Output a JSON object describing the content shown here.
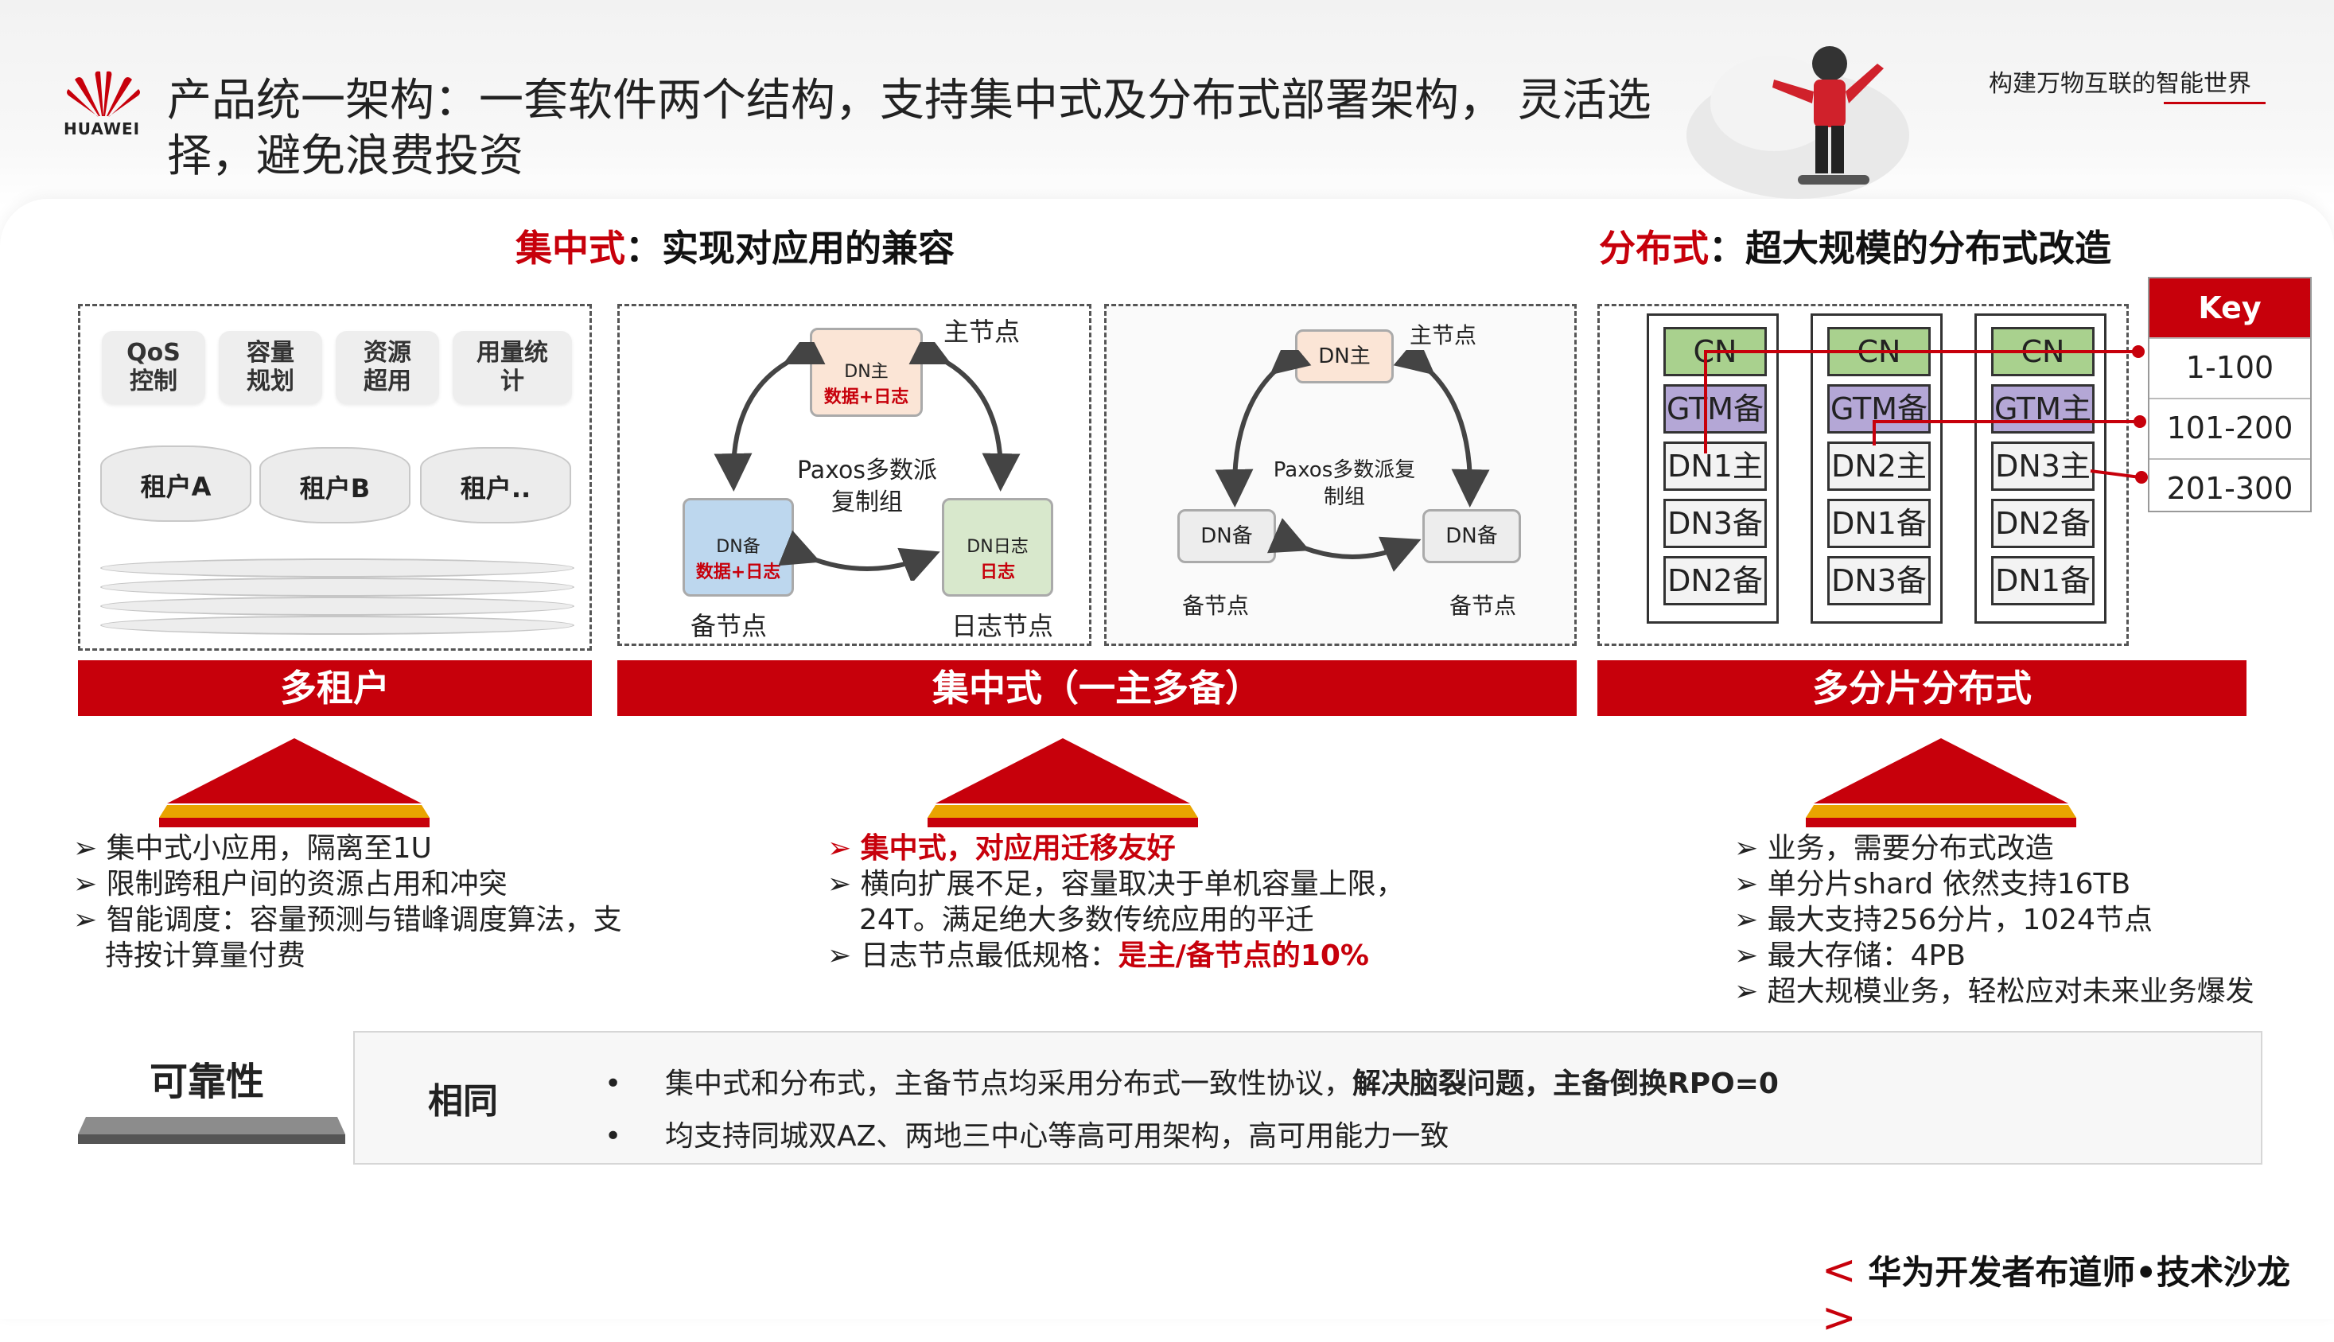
{
  "header": {
    "brand": "HUAWEI",
    "title": "产品统一架构：一套软件两个结构，支持集中式及分布式部署架构， 灵活选择，避免浪费投资",
    "slogan": "构建万物互联的智能世界"
  },
  "sections": {
    "centralized": {
      "prefix": "集中式",
      "suffix": "：实现对应用的兼容"
    },
    "distributed": {
      "prefix": "分布式",
      "suffix": "：超大规模的分布式改造"
    }
  },
  "multi_tenant": {
    "features": [
      "QoS\n控制",
      "容量\n规划",
      "资源\n超用",
      "用量统\n计"
    ],
    "tenants": [
      "租户A",
      "租户B",
      "租户.."
    ],
    "bar": "多租户",
    "bullets": [
      "集中式小应用，隔离至1U",
      "限制跨租户间的资源占用和冲突",
      "智能调度：容量预测与错峰调度算法，支持按计算量付费"
    ]
  },
  "centralized_diagram": {
    "left": {
      "primary_label": "主节点",
      "primary_line1": "DN主",
      "primary_line2": "数据+日志",
      "standby_line1": "DN备",
      "standby_line2": "数据+日志",
      "log_line1": "DN日志",
      "log_line2": "日志",
      "center": "Paxos多数派复制组",
      "standby_label": "备节点",
      "log_label": "日志节点"
    },
    "right": {
      "primary": "DN主",
      "primary_label": "主节点",
      "center": "Paxos多数派复制组",
      "standby1": "DN备",
      "standby2": "DN备",
      "standby1_label": "备节点",
      "standby2_label": "备节点"
    },
    "bar": "集中式（一主多备）",
    "bullets": [
      {
        "text": "集中式，对应用迁移友好",
        "highlight": true
      },
      {
        "text": "横向扩展不足，容量取决于单机容量上限，24T。满足绝大多数传统应用的平迁",
        "highlight": false
      },
      {
        "prefix": "日志节点最低规格：",
        "strong": "是主/备节点的10%"
      }
    ]
  },
  "distributed_diagram": {
    "columns": [
      [
        "CN",
        "GTM备",
        "DN1主",
        "DN3备",
        "DN2备"
      ],
      [
        "CN",
        "GTM备",
        "DN2主",
        "DN1备",
        "DN3备"
      ],
      [
        "CN",
        "GTM主",
        "DN3主",
        "DN2备",
        "DN1备"
      ]
    ],
    "key": {
      "title": "Key",
      "rows": [
        "1-100",
        "101-200",
        "201-300"
      ]
    },
    "bar": "多分片分布式",
    "bullets": [
      "业务，需要分布式改造",
      "单分片shard 依然支持16TB",
      "最大支持256分片，1024节点",
      "最大存储：4PB",
      "超大规模业务，轻松应对未来业务爆发"
    ]
  },
  "reliability": {
    "title": "可靠性",
    "same_label": "相同",
    "items": [
      {
        "text": "集中式和分布式，主备节点均采用分布式一致性协议，",
        "strong": "解决脑裂问题，主备倒换RPO=0"
      },
      {
        "text": "均支持同城双AZ、两地三中心等高可用架构，高可用能力一致",
        "strong": ""
      }
    ]
  },
  "footer": {
    "text": "华为开发者布道师•技术沙龙",
    "left": "<",
    "right": ">"
  },
  "colors": {
    "accent": "#c7000b",
    "cn": "#a9d18e",
    "gtm": "#b4a7d6"
  }
}
